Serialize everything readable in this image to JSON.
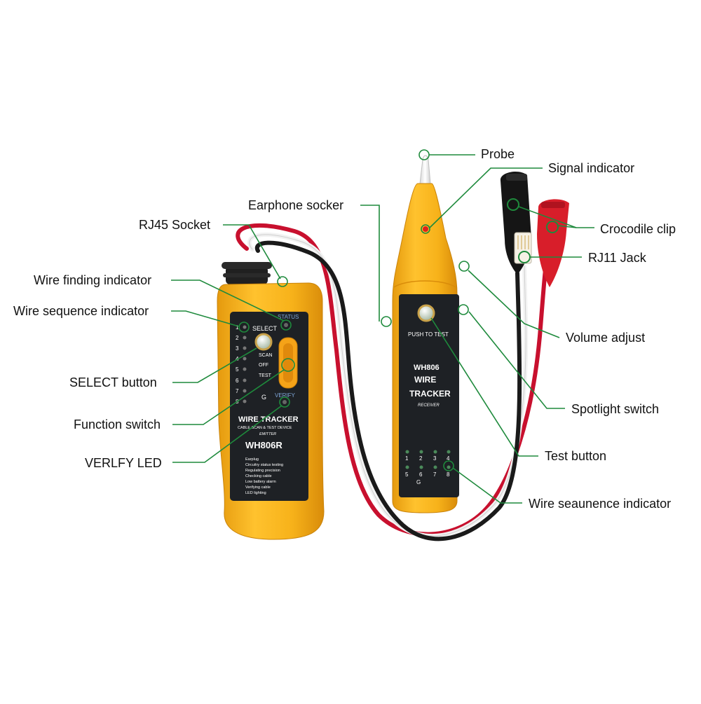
{
  "colors": {
    "device_body": "#F7B21A",
    "device_edge": "#D98C0A",
    "panel": "#1E2125",
    "leader": "#1E8A3C",
    "wire_red": "#C8102E",
    "wire_black": "#1A1A1A",
    "wire_white": "#EFEFEF",
    "clip_red": "#D81E2A",
    "clip_black": "#151515"
  },
  "callouts": {
    "probe": "Probe",
    "signal_indicator": "Signal indicator",
    "earphone_socker": "Earphone socker",
    "crocodile_clip": "Crocodile clip",
    "rj45_socket": "RJ45 Socket",
    "rj11_jack": "RJ11 Jack",
    "wire_finding_indicator": "Wire finding indicator",
    "wire_sequence_indicator": "Wire sequence indicator",
    "volume_adjust": "Volume adjust",
    "select_button": "SELECT button",
    "spotlight_switch": "Spotlight switch",
    "function_switch": "Function switch",
    "test_button": "Test button",
    "verlfy_led": "VERLFY LED",
    "wire_seaunence_indicator": "Wire seaunence indicator"
  },
  "emitter": {
    "status_label": "STATUS",
    "select_label": "SELECT",
    "led_numbers": [
      "1",
      "2",
      "3",
      "4",
      "5",
      "6",
      "7",
      "8"
    ],
    "g_label": "G",
    "scan_label": "SCAN",
    "off_label": "OFF",
    "test_label": "TEST",
    "verify_label": "VERIFY",
    "title": "WIRE TRACKER",
    "subtitle": "CABLE SCAN & TEST DEVICE",
    "type": "EMITTER",
    "model": "WH806R",
    "features": [
      "Earplug",
      "Circuitry status testing",
      "Regulating precision",
      "Checking cable",
      "Low battery alarm",
      "Verifying cable",
      "LED lighting"
    ]
  },
  "receiver": {
    "push_label": "PUSH TO TEST",
    "model": "WH806",
    "line1": "WIRE",
    "line2": "TRACKER",
    "type": "RECEIVER",
    "led_row1": [
      "1",
      "2",
      "3",
      "4"
    ],
    "led_row2": [
      "5",
      "6",
      "7",
      "8"
    ],
    "g_label": "G"
  }
}
